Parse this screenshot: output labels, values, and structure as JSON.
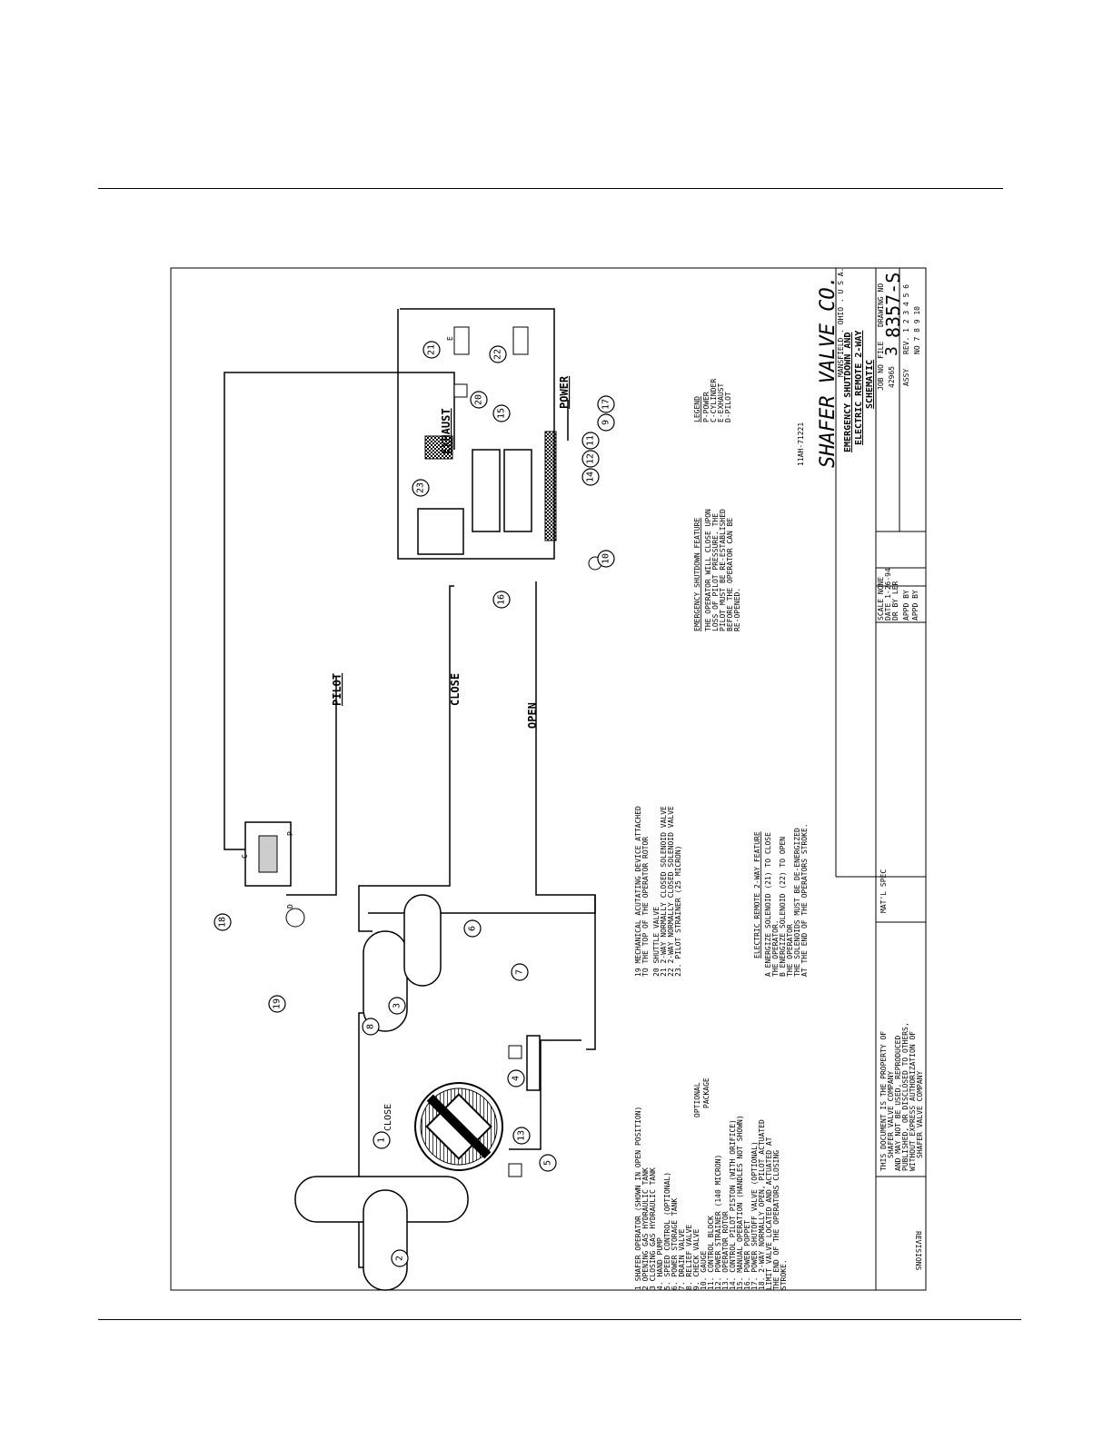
{
  "company": {
    "name": "SHAFER VALVE CO.",
    "location": "MANSFIELD . OHIO . U S A.",
    "drawing_code": "11AH-71221"
  },
  "title": {
    "line1": "EMERGENCY SHUTDOWN AND",
    "line2": "ELECTRIC REMOTE 2-WAY",
    "line3": "SCHEMATIC"
  },
  "title_block": {
    "scale": "SCALE NONE",
    "date": "DATE 1-26-94",
    "dr_by": "DR BY LER",
    "appd1": "APPD BY",
    "appd2": "APPD BY",
    "job_no_label": "JOB NO",
    "job_no": "42965",
    "file_label": "FILE",
    "file_no": "3",
    "drawing_no_label": "DRAWING NO",
    "drawing_no": "8357-S",
    "assy": "ASSY",
    "rev_line": "REV. 1 2 3 4 5 6",
    "no_line": "NO 7 8 9 10",
    "matl_spec": "MAT'L SPEC",
    "revisions": "REVISIONS"
  },
  "property_notice": [
    "THIS DOCUMENT IS THE PROPERTY OF",
    "SHAFER VALVE COMPANY",
    "AND MAY NOT BE USED, REPRODUCED",
    "PUBLISHED, OR DISCLOSED TO OTHERS,",
    "WITHOUT EXPRESS AUTHORIZATION OF",
    "SHAFER VALVE COMPANY"
  ],
  "line_labels": {
    "pilot": "PILOT",
    "close": "CLOSE",
    "open": "OPEN",
    "exhaust": "EXHAUST",
    "power": "POWER",
    "close_arrow": "CLOSE",
    "port_c": "C",
    "port_p": "P",
    "port_d": "D",
    "port_e": "E",
    "optional": "OPTIONAL",
    "package": "PACKAGE"
  },
  "legend": {
    "title": "LEGEND",
    "items": [
      "P-POWER",
      "C-CYLINDER",
      "E-EXHAUST",
      "D-PILOT"
    ]
  },
  "emergency_feature": {
    "title": "EMERGENCY SHUTDOWN FEATURE",
    "lines": [
      "THE OPERATOR WILL CLOSE UPON",
      "LOSS OF PILOT PRESSURE.  THE",
      "PILOT MUST BE RE-ESTABLISHED",
      "BEFORE THE OPERATOR CAN BE",
      "RE-OPENED."
    ]
  },
  "parts_list_1": [
    "1    SHAFER OPERATOR (SHOWN IN OPEN POSITION)",
    "2    OPENING GAS HYDRAULIC TANK",
    "3    CLOSING GAS HYDRAULIC TANK",
    "4.   HAND PUMP",
    "5.   SPEED CONTROL (OPTIONAL)",
    "6.   POWER STORAGE TANK",
    "7.   DRAIN VALVE",
    "8.   RELIEF VALVE",
    "9.   CHECK VALVE",
    "10.  GAUGE",
    "11.  CONTROL BLOCK",
    "12.  POWER STRAINER (140 MICRON)",
    "13.  OPERATOR ROTOR",
    "14.  CONTROL PILOT PISTON (WITH ORIFICE)",
    "15.  MANUAL OPERATION (HANDLES NOT SHOWN)",
    "16.  POWER POPPET",
    "17.  POWER SHUTOFF VALVE (OPTIONAL)",
    "18.  2-WAY NORMALLY OPEN, PILOT ACTUATED",
    "     LIMIT VALVE LOCATED AND ACTUATED AT",
    "     THE END OF THE OPERATORS CLOSING",
    "     STROKE."
  ],
  "parts_list_2": [
    "19   MECHANICAL ACUTATING DEVICE ATTACHED",
    "     TO THE TOP OF THE OPERATOR ROTOR",
    "20   SHUTTLE VALVE",
    "21   2-WAY NORMALLY CLOSED SOLENOID VALVE",
    "22   2-WAY NORMALLY CLOSED SOLENOID VALVE",
    "23.  PILOT STRAINER (25 MICRON)"
  ],
  "remote_feature": {
    "title": "ELECTRIC REMOTE 2-WAY FEATURE",
    "lines": [
      "A   ENERGIZE SOLENOID (21) TO CLOSE",
      "    THE OPERATOR.",
      "B   ENERGIZE SOLENOID (22) TO OPEN",
      "    THE OPERATOR",
      "    THE SOLENOIDS MUST BE DE-ENERGIZED",
      "    AT THE END OF THE OPERATORS STROKE."
    ]
  },
  "balloons": [
    "1",
    "2",
    "3",
    "4",
    "5",
    "6",
    "7",
    "8",
    "9",
    "10",
    "11",
    "12",
    "13",
    "14",
    "15",
    "16",
    "17",
    "18",
    "19",
    "20",
    "21",
    "22",
    "23"
  ]
}
